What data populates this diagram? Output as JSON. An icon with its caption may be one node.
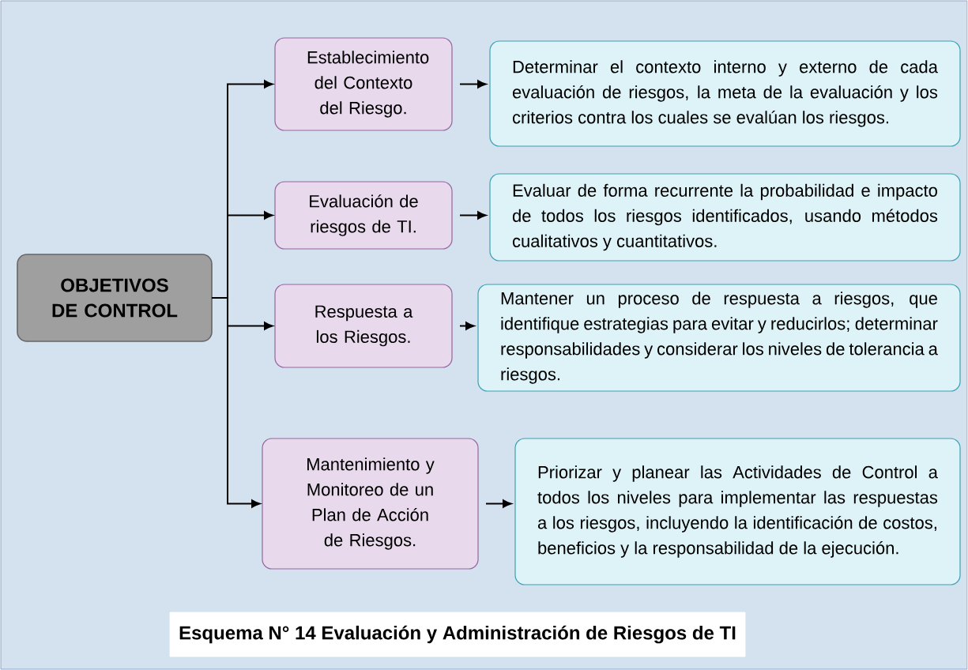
{
  "diagram": {
    "caption": "Esquema N° 14  Evaluación y Administración de Riesgos  de TI",
    "nodes": [
      {
        "text": [
          "OBJETIVOS DE CONTROL"
        ]
      },
      {
        "text": [
          "Establecimiento del Contexto del Riesgo."
        ]
      },
      {
        "text": [
          "Evaluación de riesgos de TI."
        ]
      },
      {
        "text": [
          "Respuesta a los Riesgos."
        ]
      },
      {
        "text": [
          "Mantenimiento y Monitoreo de un Plan de Acción de Riesgos."
        ]
      },
      {
        "text": [
          "Determinar el contexto interno y externo de cada evaluación de riesgos, la meta de la evaluación y los criterios contra los cuales se evalúan los riesgos."
        ]
      },
      {
        "text": [
          "Evaluar de forma recurrente la probabilidad e impacto de todos los riesgos identificados, usando métodos cualitativos y cuantitativos."
        ]
      },
      {
        "text": [
          "Mantener un proceso de respuesta a riesgos, que identifique estrategias para evitar y  reducirlos; determinar responsabilidades y considerar los niveles de tolerancia a riesgos."
        ]
      },
      {
        "text": [
          "Priorizar y planear las Actividades de Control a todos los niveles para implementar las respuestas a los riesgos, incluyendo la identificación de costos, beneficios y la responsabilidad de la ejecución."
        ]
      }
    ],
    "edges": [
      {
        "from": 0,
        "to": 1,
        "arrow": "to"
      },
      {
        "from": 0,
        "to": 2,
        "arrow": "to"
      },
      {
        "from": 0,
        "to": 3,
        "arrow": "to"
      },
      {
        "from": 0,
        "to": 4,
        "arrow": "to"
      },
      {
        "from": 1,
        "to": 5,
        "arrow": "to"
      },
      {
        "from": 2,
        "to": 6,
        "arrow": "to"
      },
      {
        "from": 3,
        "to": 7,
        "arrow": "to"
      },
      {
        "from": 4,
        "to": 8,
        "arrow": "to"
      }
    ]
  }
}
